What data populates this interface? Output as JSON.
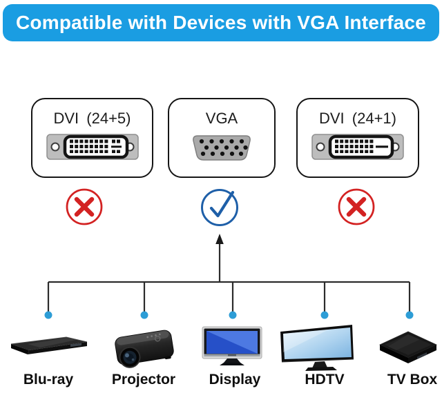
{
  "header": {
    "title": "Compatible with Devices with VGA Interface",
    "bg_color": "#1a9de2",
    "text_color": "#ffffff"
  },
  "connector_cards": [
    {
      "label": "DVI (24+5)",
      "icon": "dvi-24-5-connector-icon",
      "status": "not-compatible",
      "status_icon": "cross-circle-icon"
    },
    {
      "label": "VGA",
      "icon": "vga-15pin-connector-icon",
      "status": "compatible",
      "status_icon": "check-circle-icon"
    },
    {
      "label": "DVI (24+1)",
      "icon": "dvi-24-1-connector-icon",
      "status": "not-compatible",
      "status_icon": "cross-circle-icon"
    }
  ],
  "devices": [
    {
      "label": "Blu-ray",
      "icon": "blu-ray-player-icon"
    },
    {
      "label": "Projector",
      "icon": "projector-icon"
    },
    {
      "label": "Display",
      "icon": "monitor-icon"
    },
    {
      "label": "HDTV",
      "icon": "hdtv-icon"
    },
    {
      "label": "TV Box",
      "icon": "tv-box-icon"
    }
  ],
  "colors": {
    "header_blue": "#1a9de2",
    "cross_red": "#d32222",
    "check_blue": "#1e5fa8",
    "connector_gray": "#bdbdbd",
    "dot_blue": "#2d9dd6",
    "line_dark": "#2b2b2b"
  }
}
